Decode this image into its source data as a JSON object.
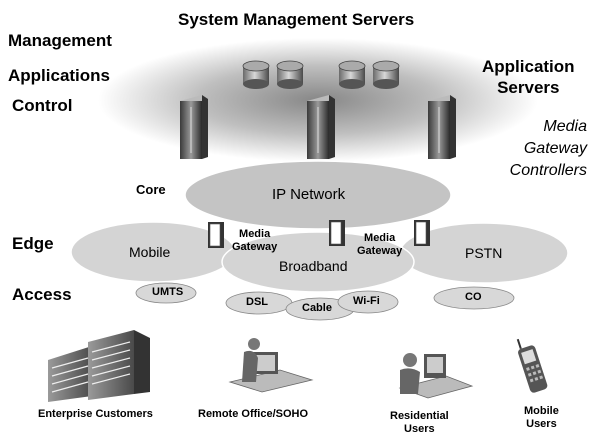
{
  "title": "System Management Servers",
  "layers": {
    "management": "Management",
    "applications": "Applications",
    "control": "Control",
    "core": "Core",
    "edge": "Edge",
    "access": "Access"
  },
  "right_labels": {
    "application_servers": [
      "Application",
      "Servers"
    ],
    "mgc": [
      "Media",
      "Gateway",
      "Controllers"
    ]
  },
  "networks": {
    "ip": "IP Network",
    "mobile": "Mobile",
    "broadband": "Broadband",
    "pstn": "PSTN"
  },
  "gateways": [
    "Media\nGateway",
    "Media\nGateway"
  ],
  "gateway_labels": [
    {
      "line1": "Media",
      "line2": "Gateway"
    },
    {
      "line1": "Media",
      "line2": "Gateway"
    }
  ],
  "access_nodes": {
    "umts": "UMTS",
    "dsl": "DSL",
    "cable": "Cable",
    "wifi": "Wi-Fi",
    "co": "CO"
  },
  "users": {
    "enterprise": "Enterprise Customers",
    "remote": "Remote Office/SOHO",
    "residential": [
      "Residential",
      "Users"
    ],
    "mobile": [
      "Mobile",
      "Users"
    ]
  }
}
